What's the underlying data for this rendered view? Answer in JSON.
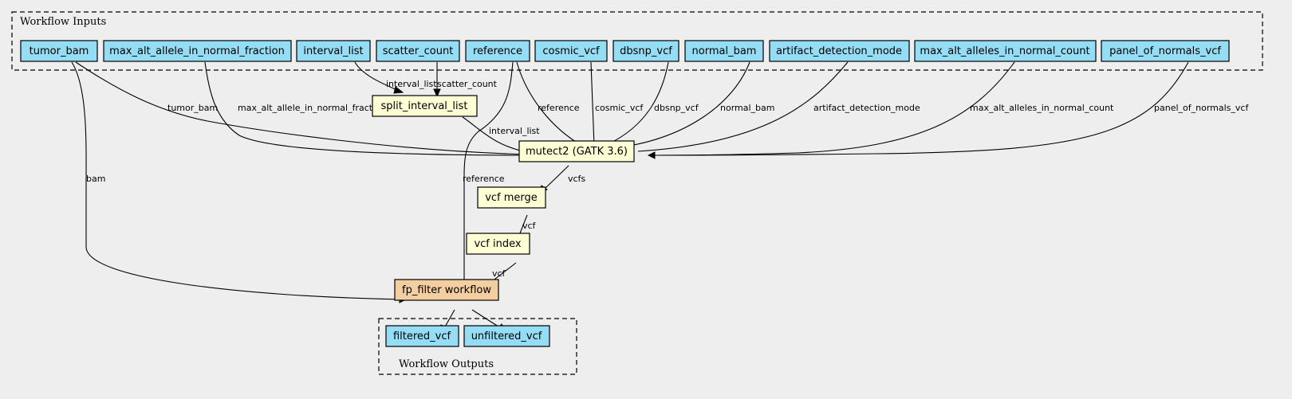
{
  "clusters": {
    "inputs_label": "Workflow Inputs",
    "outputs_label": "Workflow Outputs"
  },
  "inputs": {
    "tumor_bam": "tumor_bam",
    "max_alt_allele_in_normal_fraction": "max_alt_allele_in_normal_fraction",
    "interval_list": "interval_list",
    "scatter_count": "scatter_count",
    "reference": "reference",
    "cosmic_vcf": "cosmic_vcf",
    "dbsnp_vcf": "dbsnp_vcf",
    "normal_bam": "normal_bam",
    "artifact_detection_mode": "artifact_detection_mode",
    "max_alt_alleles_in_normal_count": "max_alt_alleles_in_normal_count",
    "panel_of_normals_vcf": "panel_of_normals_vcf"
  },
  "steps": {
    "split_interval_list": "split_interval_list",
    "mutect2": "mutect2 (GATK 3.6)",
    "vcf_merge": "vcf merge",
    "vcf_index": "vcf index",
    "fp_filter": "fp_filter workflow"
  },
  "outputs": {
    "filtered_vcf": "filtered_vcf",
    "unfiltered_vcf": "unfiltered_vcf"
  },
  "edge_labels": {
    "tumor_bam": "tumor_bam",
    "max_alt_allele_in_normal_fraction": "max_alt_allele_in_normal_fraction",
    "interval_list": "interval_list",
    "scatter_count": "scatter_count",
    "reference_mutect": "reference",
    "cosmic_vcf": "cosmic_vcf",
    "dbsnp_vcf": "dbsnp_vcf",
    "normal_bam": "normal_bam",
    "artifact_detection_mode": "artifact_detection_mode",
    "max_alt_alleles_in_normal_count": "max_alt_alleles_in_normal_count",
    "panel_of_normals_vcf": "panel_of_normals_vcf",
    "split_interval_list": "interval_list",
    "bam": "bam",
    "reference_fp": "reference",
    "vcfs": "vcfs",
    "vcf_merge": "vcf",
    "vcf_index": "vcf"
  },
  "colors": {
    "background": "#eeeeee",
    "input_fill": "#94ddf4",
    "step_fill": "#ffffd6",
    "subworkflow_fill": "#f3cea1"
  }
}
